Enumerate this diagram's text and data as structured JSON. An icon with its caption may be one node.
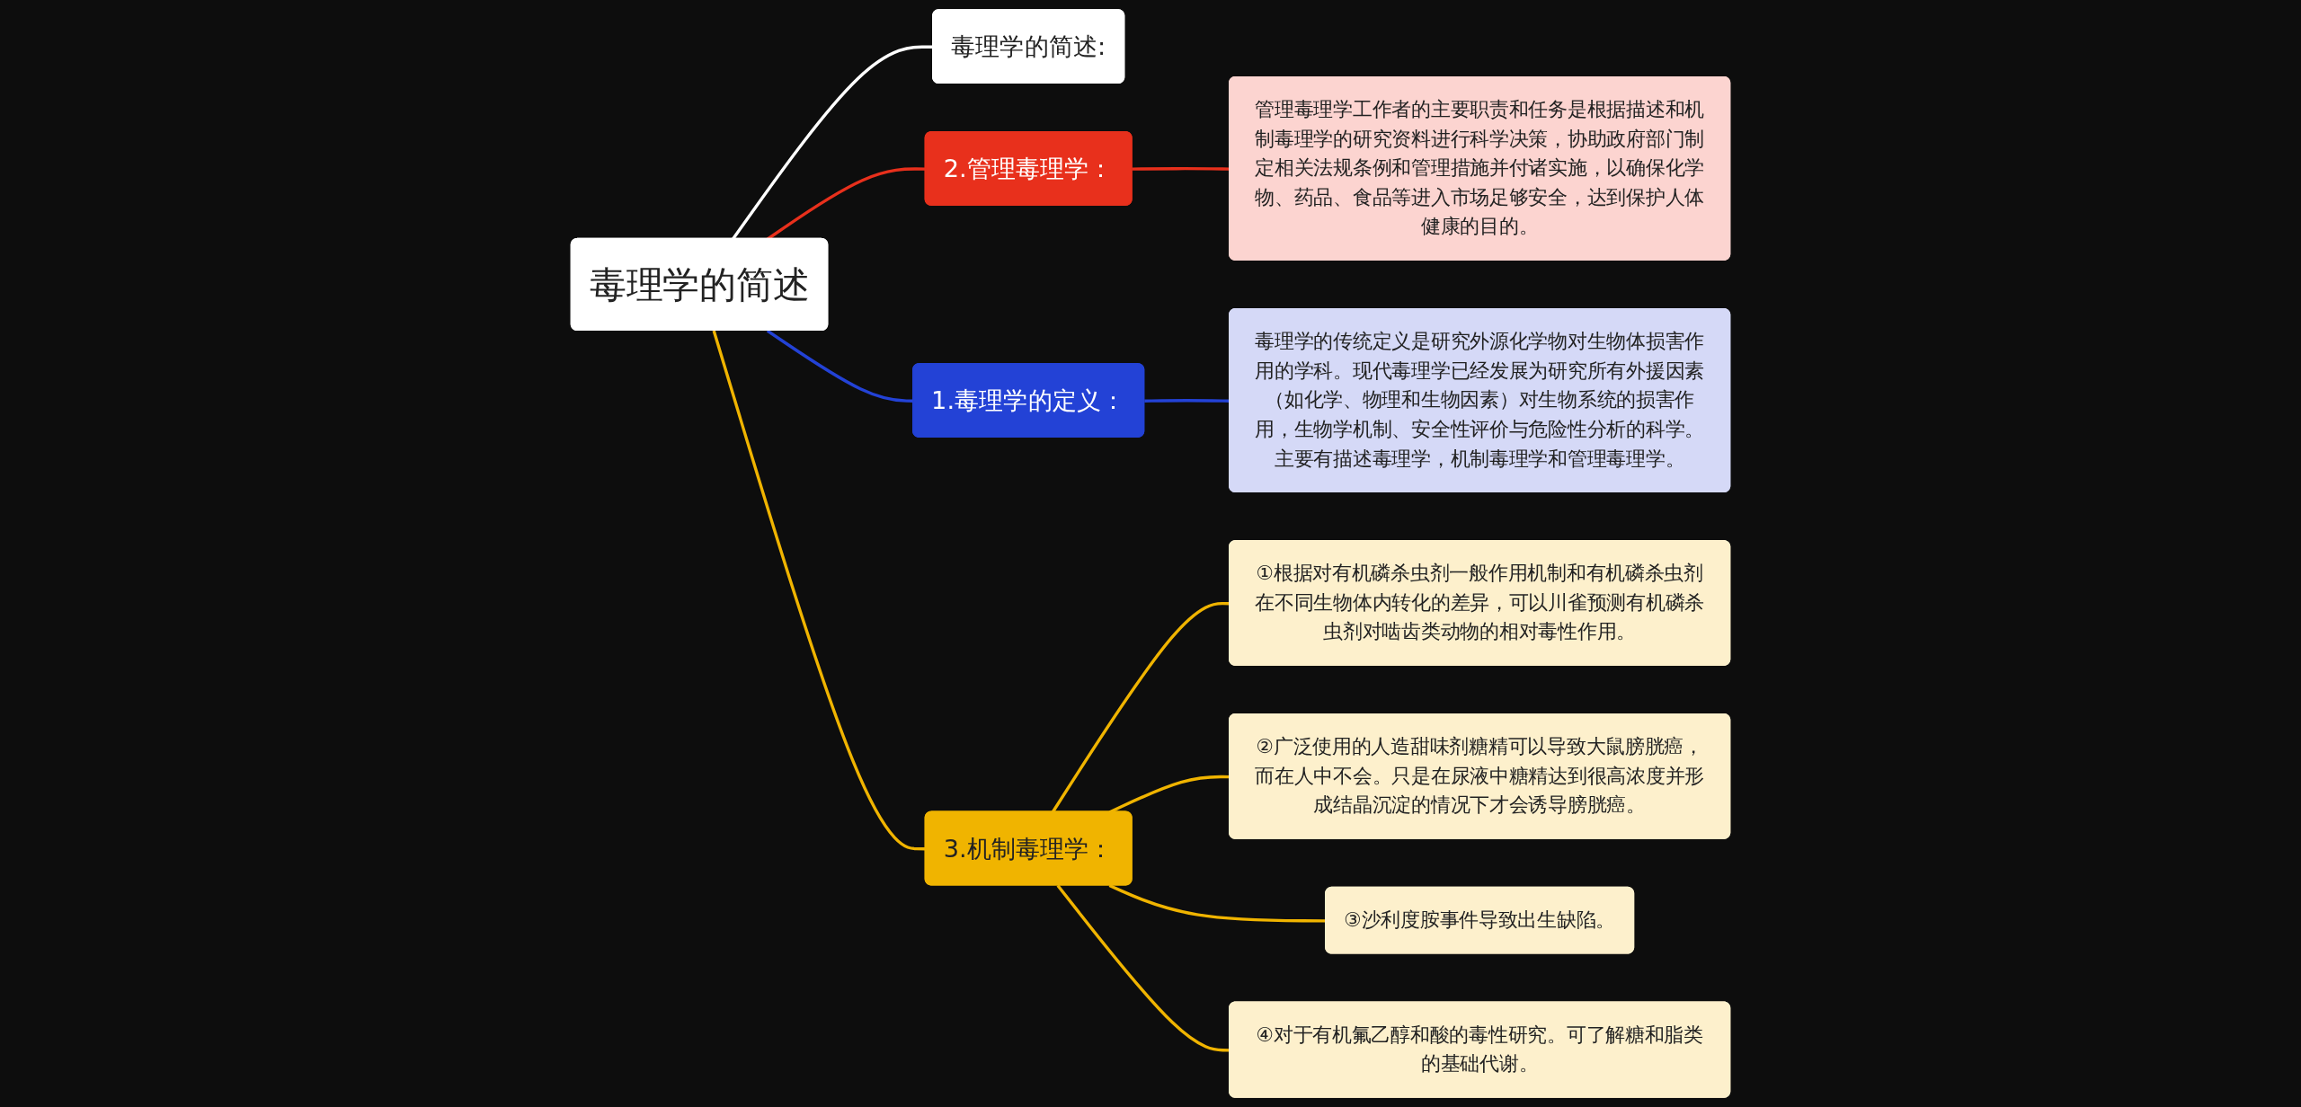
{
  "diagram": {
    "nodes": [
      {
        "text": [
          "毒理学的简述"
        ]
      },
      {
        "text": [
          "毒理学的简述:"
        ]
      },
      {
        "text": [
          "2.管理毒理学："
        ]
      },
      {
        "text": [
          "管理毒理学工作者的主要职责和任务是根据描述和机制毒理学的研究资料进行科学决策，协助政府部门制定相关法规条例和管理措施并付诸实施，以确保化学物、药品、食品等进入市场足够安全，达到保护人体健康的目的。"
        ]
      },
      {
        "text": [
          "1.毒理学的定义："
        ]
      },
      {
        "text": [
          "毒理学的传统定义是研究外源化学物对生物体损害作用的学科。现代毒理学已经发展为研究所有外援因素（如化学、物理和生物因素）对生物系统的损害作用，生物学机制、安全性评价与危险性分析的科学。主要有描述毒理学，机制毒理学和管理毒理学。"
        ]
      },
      {
        "text": [
          "3.机制毒理学："
        ]
      },
      {
        "text": [
          "①根据对有机磷杀虫剂一般作用机制和有机磷杀虫剂在不同生物体内转化的差异，可以川雀预测有机磷杀虫剂对啮齿类动物的相对毒性作用。"
        ]
      },
      {
        "text": [
          "②广泛使用的人造甜味剂糖精可以导致大鼠膀胱癌，而在人中不会。只是在尿液中糖精达到很高浓度并形成结晶沉淀的情况下才会诱导膀胱癌。"
        ]
      },
      {
        "text": [
          "③沙利度胺事件导致出生缺陷。"
        ]
      },
      {
        "text": [
          "④对于有机氟乙醇和酸的毒性研究。可了解糖和脂类的基础代谢。"
        ]
      }
    ],
    "edges": [
      {
        "from": 0,
        "to": 1,
        "arrow": "none",
        "color": "#ffffff"
      },
      {
        "from": 0,
        "to": 2,
        "arrow": "none",
        "color": "#e8301c"
      },
      {
        "from": 2,
        "to": 3,
        "arrow": "none",
        "color": "#e8301c"
      },
      {
        "from": 0,
        "to": 4,
        "arrow": "none",
        "color": "#2342d6"
      },
      {
        "from": 4,
        "to": 5,
        "arrow": "none",
        "color": "#2342d6"
      },
      {
        "from": 0,
        "to": 6,
        "arrow": "none",
        "color": "#f0b400"
      },
      {
        "from": 6,
        "to": 7,
        "arrow": "none",
        "color": "#f0b400"
      },
      {
        "from": 6,
        "to": 8,
        "arrow": "none",
        "color": "#f0b400"
      },
      {
        "from": 6,
        "to": 9,
        "arrow": "none",
        "color": "#f0b400"
      },
      {
        "from": 6,
        "to": 10,
        "arrow": "none",
        "color": "#f0b400"
      }
    ]
  }
}
